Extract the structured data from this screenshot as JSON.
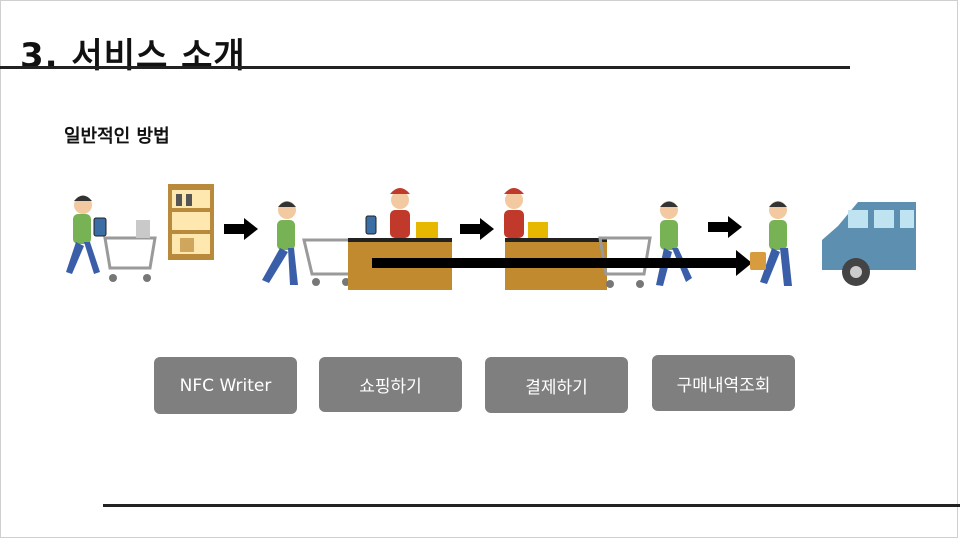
{
  "slide": {
    "title": "3. 서비스 소개",
    "subtitle": "일반적인 방법"
  },
  "buttons": [
    {
      "label": "NFC Writer"
    },
    {
      "label": "쇼핑하기"
    },
    {
      "label": "결제하기"
    },
    {
      "label": "구매내역조회"
    }
  ],
  "colors": {
    "button_bg": "#7f7f7f",
    "button_text": "#ffffff",
    "counter": "#c18a2e",
    "shirt": "#77b255",
    "pants": "#3b5ea8",
    "car": "#5c8fb0"
  }
}
